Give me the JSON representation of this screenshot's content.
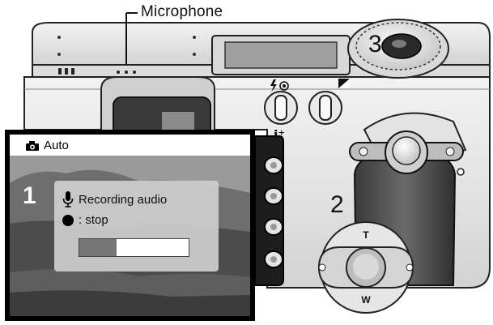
{
  "callout": {
    "microphone_label": "Microphone"
  },
  "step_numbers": {
    "one": "1",
    "two": "2",
    "three": "3"
  },
  "zoom_control": {
    "tele_label": "T",
    "wide_label": "W"
  },
  "button_labels": {
    "info_label": "i⁺"
  },
  "monitor": {
    "mode_label": "Auto",
    "camera_icon": "camera-icon",
    "recording_text": "Recording audio",
    "stop_text": ": stop",
    "mic_icon": "microphone-icon",
    "record_dot_icon": "record-dot-icon",
    "progress_fraction": 0.34
  },
  "colors": {
    "panel_gray": "#cdcdcd",
    "progress_fill": "#767676",
    "screen_border": "#000000"
  }
}
